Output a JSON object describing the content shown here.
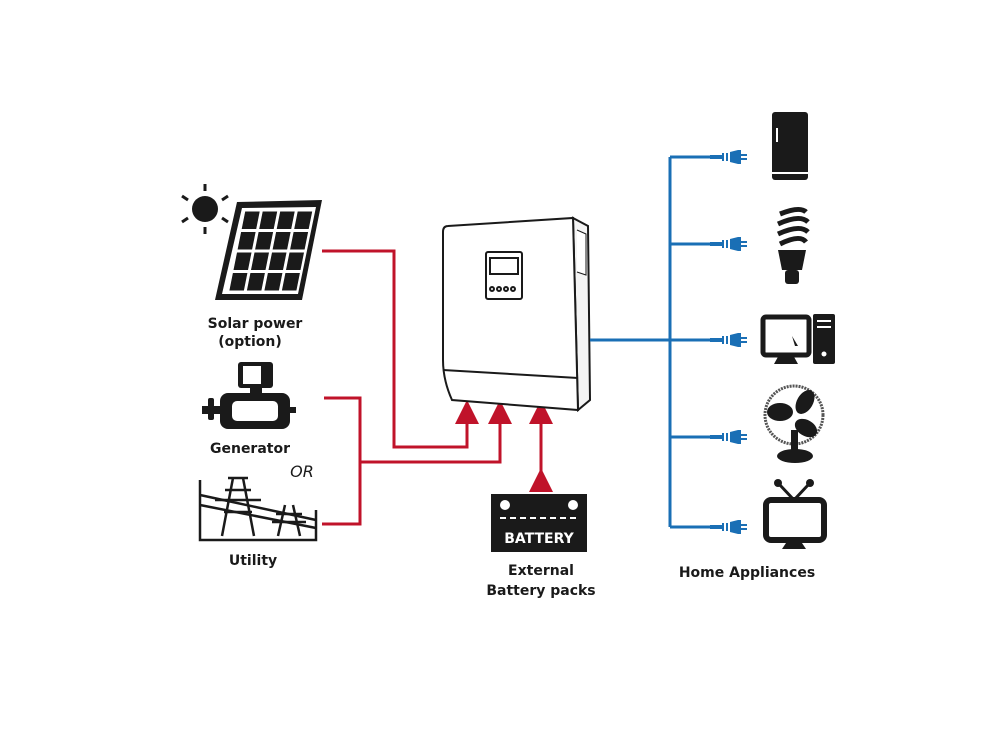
{
  "labels": {
    "solar_line1": "Solar power",
    "solar_line2": "(option)",
    "generator": "Generator",
    "or": "OR",
    "utility": "Utility",
    "battery_text": "BATTERY",
    "battery_line1": "External",
    "battery_line2": "Battery packs",
    "appliances": "Home Appliances"
  },
  "icons": [
    "sun-icon",
    "solar-panel-icon",
    "generator-icon",
    "utility-tower-icon",
    "inverter-icon",
    "battery-icon",
    "refrigerator-icon",
    "light-bulb-icon",
    "computer-icon",
    "fan-icon",
    "tv-icon",
    "plug-icon"
  ],
  "colors": {
    "input_line": "#c0132a",
    "output_line": "#1a6fb5",
    "ink": "#1a1a1a"
  }
}
